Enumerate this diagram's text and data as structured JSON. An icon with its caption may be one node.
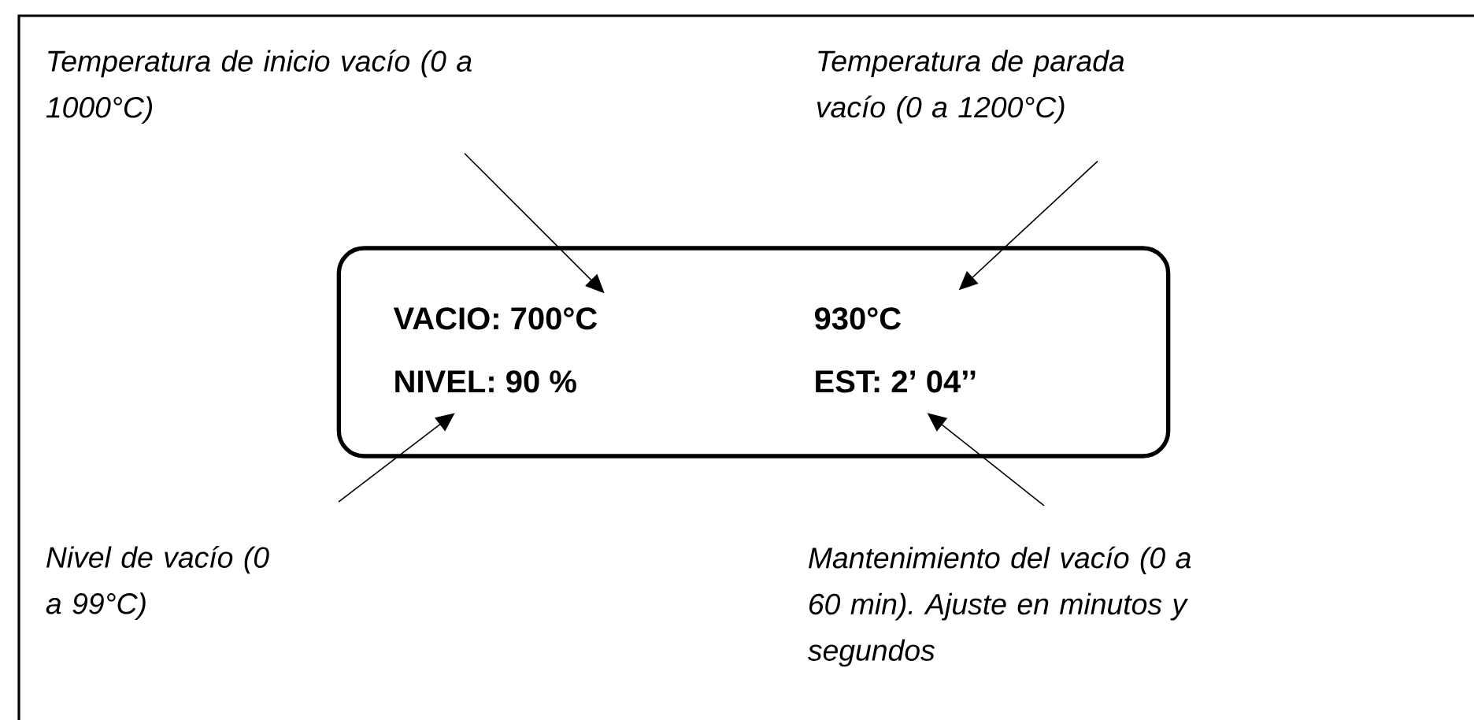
{
  "diagram": {
    "nodes": [
      {
        "text": [],
        "shape": "box"
      },
      {
        "text": [
          "VACIO: 700°C"
        ],
        "in": 0
      },
      {
        "text": [
          "930°C"
        ],
        "in": 0
      },
      {
        "text": [
          "NIVEL: 90 %"
        ],
        "in": 0
      },
      {
        "text": [
          "EST: 2’ 04’’"
        ],
        "in": 0
      },
      {
        "text": [
          "Temperatura de inicio vacío (0 a 1000°C)"
        ]
      },
      {
        "text": [
          "Temperatura de parada vacío (0 a 1200°C)"
        ]
      },
      {
        "text": [
          "Nivel de vacío (0 a 99°C)"
        ]
      },
      {
        "text": [
          "Mantenimiento del vacío (0 a 60 min). Ajuste en minutos y segundos"
        ]
      }
    ],
    "edges": [
      {
        "from": 5,
        "to": 1,
        "arrow": "to"
      },
      {
        "from": 6,
        "to": 2,
        "arrow": "to"
      },
      {
        "from": 7,
        "to": 3,
        "arrow": "to"
      },
      {
        "from": 8,
        "to": 4,
        "arrow": "to"
      }
    ]
  }
}
